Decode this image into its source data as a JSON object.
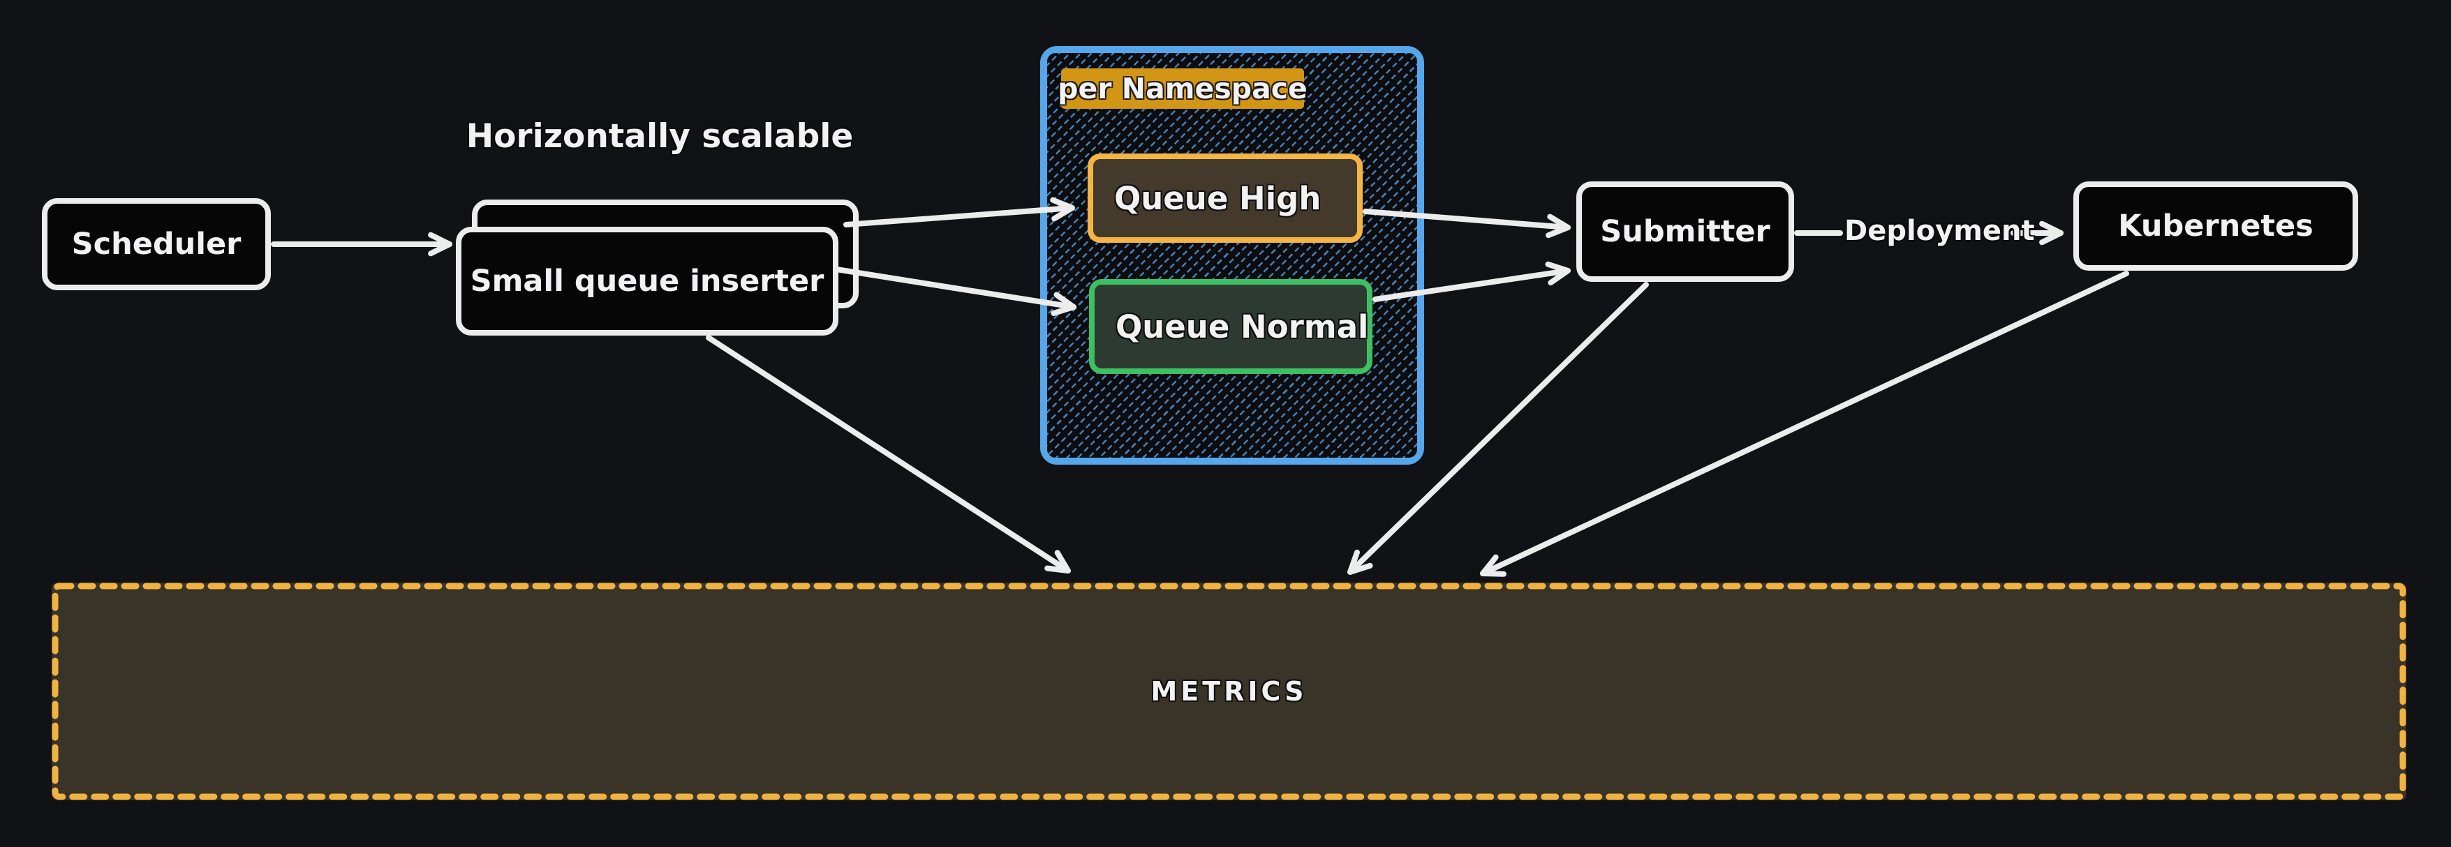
{
  "diagram": {
    "labels": {
      "horizontally_scalable": "Horizontally scalable"
    },
    "groups": {
      "per_namespace": {
        "title": "per Namespace"
      }
    },
    "nodes": {
      "scheduler": {
        "label": "Scheduler"
      },
      "small_queue_inserter": {
        "label": "Small queue inserter"
      },
      "queue_high": {
        "label": "Queue High"
      },
      "queue_normal": {
        "label": "Queue Normal"
      },
      "submitter": {
        "label": "Submitter"
      },
      "kubernetes": {
        "label": "Kubernetes"
      },
      "metrics": {
        "label": "METRICS"
      }
    },
    "edges": {
      "deployment": {
        "label": "Deployment"
      }
    },
    "colors": {
      "background": "#111215",
      "stroke_default": "#ececec",
      "node_fill": "#060606",
      "text": "#f2f2f2",
      "namespace_border": "#55a6ea",
      "namespace_hatch": "#4a7faf",
      "namespace_label_bg": "#d29614",
      "queue_high_border": "#f5b544",
      "queue_high_fill": "#443a2c",
      "queue_normal_border": "#3dc061",
      "queue_normal_fill": "#2d3a31",
      "metrics_border": "#f0b341",
      "metrics_fill": "#3a3328"
    }
  }
}
